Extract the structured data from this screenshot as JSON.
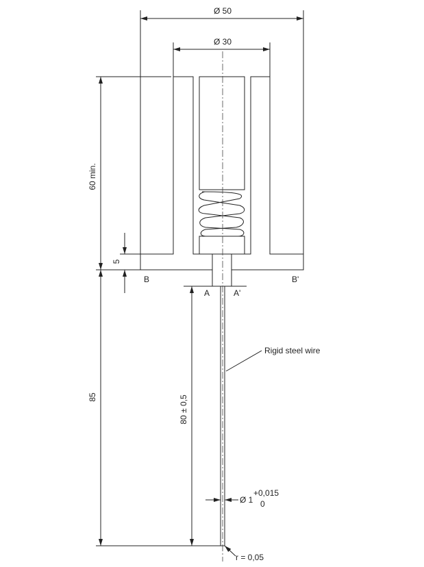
{
  "dimensions": {
    "outer_diameter": "Ø 50",
    "inner_diameter": "Ø 30",
    "body_height": "60 min.",
    "flange_thickness": "5",
    "total_wire_length": "85",
    "wire_length": "80 ± 0,5",
    "wire_diameter": "Ø 1",
    "wire_tol_upper": "+0,015",
    "wire_tol_lower": "0",
    "tip_radius": "r = 0,05"
  },
  "labels": {
    "section_b": "B",
    "section_b_prime": "B'",
    "section_a": "A",
    "section_a_prime": "A'",
    "wire_label": "Rigid steel wire"
  }
}
